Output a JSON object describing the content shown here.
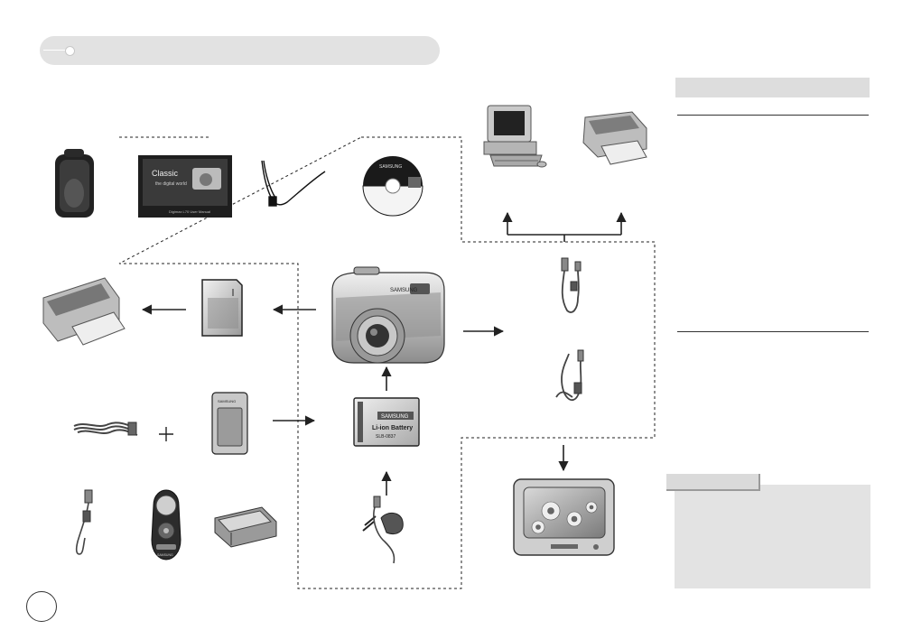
{
  "page": {
    "header": {
      "title": "",
      "accent_color": "#e2e2e2"
    },
    "page_number": ""
  },
  "package": {
    "manual_cover_title": "Classic",
    "manual_cover_subtitle": "the digital world",
    "manual_cover_footer": "Digimax L70 User Manual",
    "cd_label": "SAMSUNG",
    "battery_brand": "SAMSUNG",
    "battery_label": "Li-ion Battery",
    "battery_model": "SLB-0837",
    "camera_brand": "SAMSUNG",
    "charger_brand": "SAMSUNG",
    "remote_brand": "SAMSUNG"
  },
  "side_panel": {
    "header": "",
    "note_tab": ""
  },
  "colors": {
    "line": "#222222",
    "device_dark": "#3a3a3a",
    "device_mid": "#8a8a8a",
    "device_light": "#d0d0d0",
    "panel": "#e3e3e3"
  }
}
